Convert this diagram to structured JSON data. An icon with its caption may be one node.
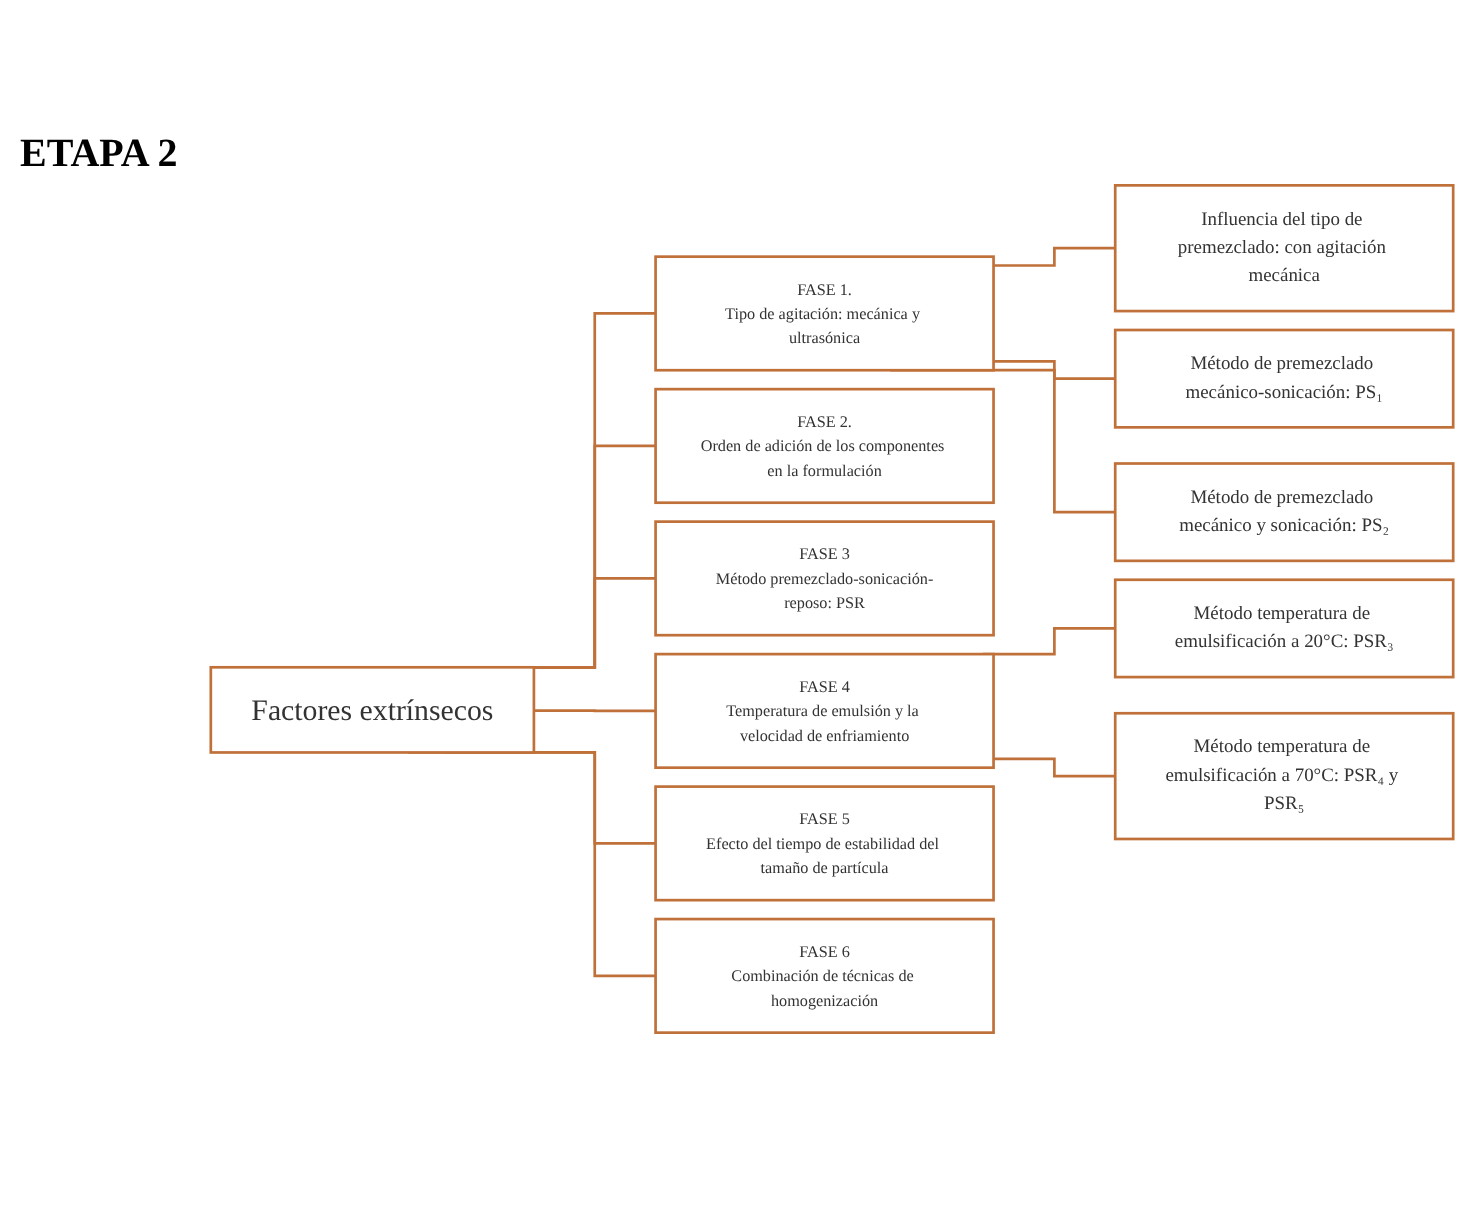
{
  "diagram": {
    "nodes": [
      {
        "text": [
          "Factores extrínsecos"
        ]
      },
      {
        "text": [
          "FASE 1.",
          "Tipo de agitación: mecánica y ultrasónica"
        ]
      },
      {
        "text": [
          "FASE 2.",
          "Orden de adición de los componentes en la formulación"
        ]
      },
      {
        "text": [
          "FASE 3",
          "Método premezclado-sonicación-reposo: PSR"
        ]
      },
      {
        "text": [
          "FASE 4",
          "Temperatura de emulsión y la velocidad de enfriamiento"
        ]
      },
      {
        "text": [
          "FASE 5",
          "Efecto del tiempo de estabilidad del tamaño de partícula"
        ]
      },
      {
        "text": [
          "FASE 6",
          "Combinación de técnicas de homogenización"
        ]
      },
      {
        "text": [
          "Influencia del tipo de premezclado: con agitación mecánica"
        ]
      },
      {
        "text": [
          "Método de premezclado mecánico-sonicación: PS₁"
        ]
      },
      {
        "text": [
          "Método de premezclado mecánico y sonicación: PS₂"
        ]
      },
      {
        "text": [
          "Método temperatura de emulsificación a 20°C: PSR₃"
        ]
      },
      {
        "text": [
          "Método temperatura de emulsificación a 70°C: PSR₄ y PSR₅"
        ]
      }
    ],
    "edges": [
      {
        "from": 0,
        "to": 1,
        "arrow": "none"
      },
      {
        "from": 0,
        "to": 2,
        "arrow": "none"
      },
      {
        "from": 0,
        "to": 3,
        "arrow": "none"
      },
      {
        "from": 0,
        "to": 4,
        "arrow": "none"
      },
      {
        "from": 0,
        "to": 5,
        "arrow": "none"
      },
      {
        "from": 0,
        "to": 6,
        "arrow": "none"
      },
      {
        "from": 1,
        "to": 7,
        "arrow": "none"
      },
      {
        "from": 1,
        "to": 8,
        "arrow": "none"
      },
      {
        "from": 1,
        "to": 9,
        "arrow": "none"
      },
      {
        "from": 4,
        "to": 10,
        "arrow": "none"
      },
      {
        "from": 4,
        "to": 11,
        "arrow": "none"
      }
    ],
    "labels": [
      "ETAPA 2"
    ]
  }
}
